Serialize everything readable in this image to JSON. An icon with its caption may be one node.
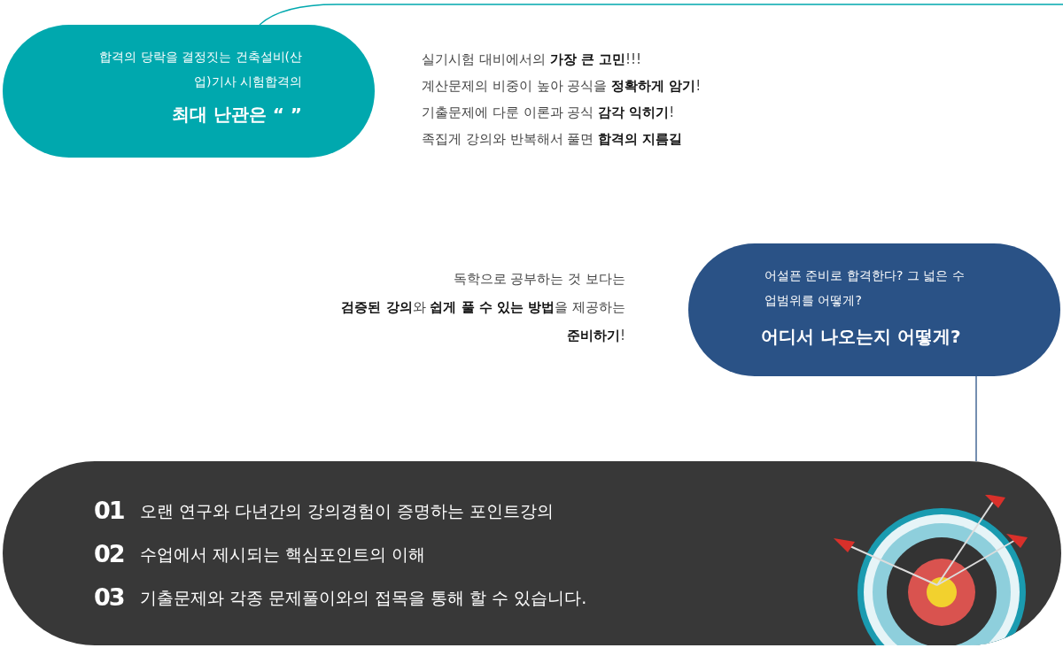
{
  "diagram": {
    "nodes": [
      {
        "text": [
          "합격의 당락을 결정짓는 건축설비(산업)기사 시험합격의",
          "최대 난관은 “ ”"
        ]
      },
      {
        "text": [
          "어설픈 준비로 합격한다? 그 넓은 수업범위를 어떻게?",
          "어디서 나오는지 어떻게?"
        ]
      },
      {
        "text": [
          "01",
          "오랜 연구와 다년간의 강의경험이 증명하는 포인트강의",
          "02",
          "수업에서 제시되는 핵심포인트의 이해",
          "03",
          "기출문제와 각종 문제풀이와의 접목을 통해 할 수 있습니다."
        ]
      }
    ],
    "edges": [
      {
        "from": 0,
        "to": null,
        "arrow": "none",
        "color": "#00a8ae"
      },
      {
        "from": 1,
        "to": 2,
        "arrow": "none",
        "color": "#2a5286"
      }
    ],
    "labels": [
      "실기시험 대비에서의 **가장 큰 고민**!!!",
      "계산문제의 비중이 높아 공식을 **정확하게 암기**!",
      "기출문제에 다룬 이론과 공식 **감각 익히기**!",
      "족집게 강의와 반복해서 풀면 **합격의 지름길**",
      "독학으로 공부하는 것 보다는",
      "**검증된 강의**와 **쉽게 풀 수 있는 방법**을 제공하는",
      "**준비하기**!"
    ]
  }
}
